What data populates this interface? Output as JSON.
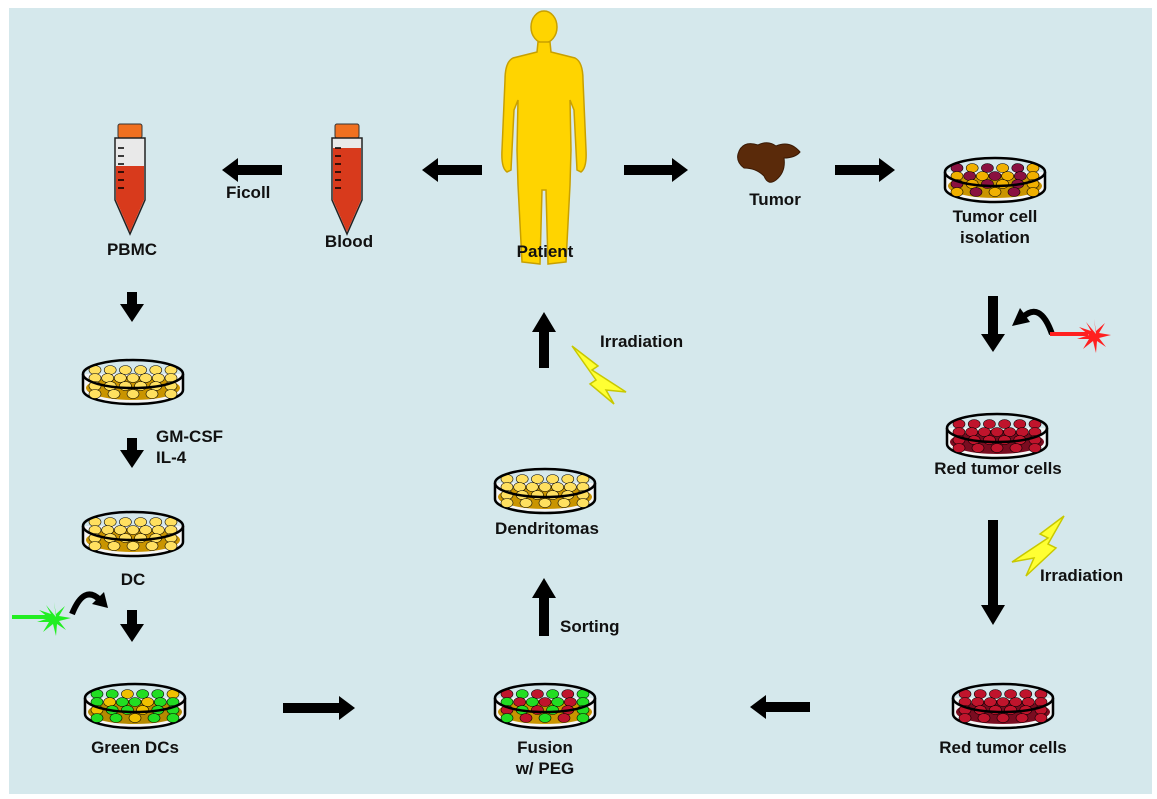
{
  "labels": {
    "ficoll": "Ficoll",
    "pbmc": "PBMC",
    "blood": "Blood",
    "patient": "Patient",
    "tumor": "Tumor",
    "tumor_cell_isolation_1": "Tumor cell",
    "tumor_cell_isolation_2": "isolation",
    "irradiation_top": "Irradiation",
    "gm_csf": "GM-CSF",
    "il_4": "IL-4",
    "dendritomas": "Dendritomas",
    "red_tumor_cells_1": "Red tumor cells",
    "irradiation_right": "Irradiation",
    "dc": "DC",
    "sorting": "Sorting",
    "green_dcs": "Green DCs",
    "fusion_1": "Fusion",
    "fusion_2": "w/ PEG",
    "red_tumor_cells_2": "Red tumor cells"
  },
  "colors": {
    "background": "#d5e8ec",
    "arrow": "#000000",
    "tube_cap": "#f07020",
    "blood_fill": "#d83a1c",
    "patient_body": "#ffd400",
    "tumor_tissue": "#5a2a0a",
    "yellow_cells": "#ffe060",
    "red_cells": "#c0142c",
    "green_cells": "#22dd22",
    "lightning": "#ffff33",
    "red_laser": "#ff2020",
    "green_laser": "#22ee22"
  }
}
